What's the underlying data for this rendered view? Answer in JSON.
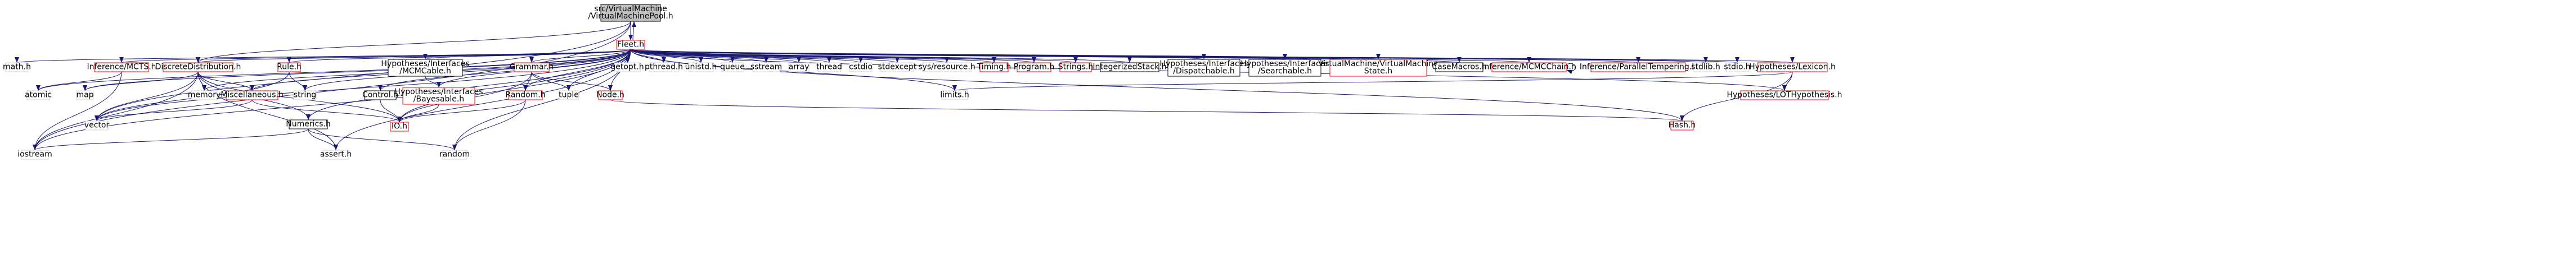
{
  "diagram": {
    "title": "",
    "colors": {
      "edge": "#191970",
      "box_black": "#000000",
      "box_red": "#ff0000",
      "box_gray": "#bfbfbf",
      "box_none": "#d3d3d3",
      "text": "#000000"
    },
    "nodes": [
      {
        "id": "root",
        "lines": [
          "src/VirtualMachine",
          "/VirtualMachinePool.h"
        ],
        "style": "gray"
      },
      {
        "id": "fleet",
        "lines": [
          "Fleet.h"
        ],
        "style": "red"
      },
      {
        "id": "math",
        "lines": [
          "math.h"
        ],
        "style": "none"
      },
      {
        "id": "mcts",
        "lines": [
          "Inference/MCTS.h"
        ],
        "style": "red"
      },
      {
        "id": "discrete",
        "lines": [
          "DiscreteDistribution.h"
        ],
        "style": "red"
      },
      {
        "id": "rule",
        "lines": [
          "Rule.h"
        ],
        "style": "red"
      },
      {
        "id": "mcmctable",
        "lines": [
          "Hypotheses/Interfaces",
          "/MCMCable.h"
        ],
        "style": "black"
      },
      {
        "id": "grammar",
        "lines": [
          "Grammar.h"
        ],
        "style": "red"
      },
      {
        "id": "getopt",
        "lines": [
          "getopt.h"
        ],
        "style": "none"
      },
      {
        "id": "pthread",
        "lines": [
          "pthread.h"
        ],
        "style": "none"
      },
      {
        "id": "unistd",
        "lines": [
          "unistd.h"
        ],
        "style": "none"
      },
      {
        "id": "queue",
        "lines": [
          "queue"
        ],
        "style": "none"
      },
      {
        "id": "sstream",
        "lines": [
          "sstream"
        ],
        "style": "none"
      },
      {
        "id": "array",
        "lines": [
          "array"
        ],
        "style": "none"
      },
      {
        "id": "thread",
        "lines": [
          "thread"
        ],
        "style": "none"
      },
      {
        "id": "cstdio",
        "lines": [
          "cstdio"
        ],
        "style": "none"
      },
      {
        "id": "stdexcept",
        "lines": [
          "stdexcept"
        ],
        "style": "none"
      },
      {
        "id": "sysresource",
        "lines": [
          "sys/resource.h"
        ],
        "style": "none"
      },
      {
        "id": "timing",
        "lines": [
          "Timing.h"
        ],
        "style": "red"
      },
      {
        "id": "program",
        "lines": [
          "Program.h"
        ],
        "style": "red"
      },
      {
        "id": "strings",
        "lines": [
          "Strings.h"
        ],
        "style": "red"
      },
      {
        "id": "intstack",
        "lines": [
          "IntegerizedStack.h"
        ],
        "style": "black"
      },
      {
        "id": "dispatchable",
        "lines": [
          "Hypotheses/Interfaces",
          "/Dispatchable.h"
        ],
        "style": "black"
      },
      {
        "id": "searchable",
        "lines": [
          "Hypotheses/Interfaces",
          "/Searchable.h"
        ],
        "style": "black"
      },
      {
        "id": "vmstate",
        "lines": [
          "VirtualMachine/VirtualMachine",
          "State.h"
        ],
        "style": "red"
      },
      {
        "id": "casemacros",
        "lines": [
          "CaseMacros.h"
        ],
        "style": "black"
      },
      {
        "id": "mcmcchain",
        "lines": [
          "Inference/MCMCChain.h"
        ],
        "style": "red"
      },
      {
        "id": "partemp",
        "lines": [
          "Inference/ParallelTempering.h"
        ],
        "style": "red"
      },
      {
        "id": "stdlib",
        "lines": [
          "stdlib.h"
        ],
        "style": "none"
      },
      {
        "id": "stdio",
        "lines": [
          "stdio.h"
        ],
        "style": "none"
      },
      {
        "id": "lexicon",
        "lines": [
          "Hypotheses/Lexicon.h"
        ],
        "style": "red"
      },
      {
        "id": "atomic",
        "lines": [
          "atomic"
        ],
        "style": "none"
      },
      {
        "id": "map",
        "lines": [
          "map"
        ],
        "style": "none"
      },
      {
        "id": "memory",
        "lines": [
          "memory"
        ],
        "style": "none"
      },
      {
        "id": "misc",
        "lines": [
          "Miscellaneous.h"
        ],
        "style": "red"
      },
      {
        "id": "string",
        "lines": [
          "string"
        ],
        "style": "none"
      },
      {
        "id": "control",
        "lines": [
          "Control.h"
        ],
        "style": "black"
      },
      {
        "id": "bayesable",
        "lines": [
          "Hypotheses/Interfaces",
          "/Bayesable.h"
        ],
        "style": "red"
      },
      {
        "id": "random",
        "lines": [
          "Random.h"
        ],
        "style": "red"
      },
      {
        "id": "tuple",
        "lines": [
          "tuple"
        ],
        "style": "none"
      },
      {
        "id": "node",
        "lines": [
          "Node.h"
        ],
        "style": "red"
      },
      {
        "id": "climits",
        "lines": [
          "limits.h"
        ],
        "style": "none"
      },
      {
        "id": "lothyp",
        "lines": [
          "Hypotheses/LOTHypothesis.h"
        ],
        "style": "red"
      },
      {
        "id": "vector",
        "lines": [
          "vector"
        ],
        "style": "none"
      },
      {
        "id": "numerics",
        "lines": [
          "Numerics.h"
        ],
        "style": "black"
      },
      {
        "id": "ioh",
        "lines": [
          "IO.h"
        ],
        "style": "red"
      },
      {
        "id": "hash",
        "lines": [
          "Hash.h"
        ],
        "style": "red"
      },
      {
        "id": "iostream",
        "lines": [
          "iostream"
        ],
        "style": "none"
      },
      {
        "id": "assert",
        "lines": [
          "assert.h"
        ],
        "style": "none"
      },
      {
        "id": "randomstd",
        "lines": [
          "random"
        ],
        "style": "none"
      }
    ],
    "edges": [
      [
        "root",
        "fleet"
      ],
      [
        "root",
        "discrete"
      ],
      [
        "root",
        "vector"
      ],
      [
        "root",
        "iostream"
      ],
      [
        "fleet",
        "root"
      ],
      [
        "fleet",
        "math"
      ],
      [
        "fleet",
        "mcts"
      ],
      [
        "fleet",
        "discrete"
      ],
      [
        "fleet",
        "rule"
      ],
      [
        "fleet",
        "mcmctable"
      ],
      [
        "fleet",
        "grammar"
      ],
      [
        "fleet",
        "getopt"
      ],
      [
        "fleet",
        "pthread"
      ],
      [
        "fleet",
        "unistd"
      ],
      [
        "fleet",
        "queue"
      ],
      [
        "fleet",
        "sstream"
      ],
      [
        "fleet",
        "array"
      ],
      [
        "fleet",
        "thread"
      ],
      [
        "fleet",
        "cstdio"
      ],
      [
        "fleet",
        "stdexcept"
      ],
      [
        "fleet",
        "sysresource"
      ],
      [
        "fleet",
        "timing"
      ],
      [
        "fleet",
        "program"
      ],
      [
        "fleet",
        "strings"
      ],
      [
        "fleet",
        "intstack"
      ],
      [
        "fleet",
        "dispatchable"
      ],
      [
        "fleet",
        "searchable"
      ],
      [
        "fleet",
        "vmstate"
      ],
      [
        "fleet",
        "casemacros"
      ],
      [
        "fleet",
        "mcmcchain"
      ],
      [
        "fleet",
        "partemp"
      ],
      [
        "fleet",
        "stdlib"
      ],
      [
        "fleet",
        "stdio"
      ],
      [
        "fleet",
        "lexicon"
      ],
      [
        "fleet",
        "atomic"
      ],
      [
        "fleet",
        "map"
      ],
      [
        "fleet",
        "memory"
      ],
      [
        "fleet",
        "misc"
      ],
      [
        "fleet",
        "string"
      ],
      [
        "fleet",
        "control"
      ],
      [
        "fleet",
        "bayesable"
      ],
      [
        "fleet",
        "random"
      ],
      [
        "fleet",
        "tuple"
      ],
      [
        "fleet",
        "node"
      ],
      [
        "fleet",
        "climits"
      ],
      [
        "fleet",
        "lothyp"
      ],
      [
        "fleet",
        "vector"
      ],
      [
        "fleet",
        "numerics"
      ],
      [
        "fleet",
        "ioh"
      ],
      [
        "fleet",
        "hash"
      ],
      [
        "fleet",
        "iostream"
      ],
      [
        "fleet",
        "assert"
      ],
      [
        "fleet",
        "randomstd"
      ],
      [
        "mcts",
        "atomic"
      ],
      [
        "mcts",
        "iostream"
      ],
      [
        "discrete",
        "map"
      ],
      [
        "discrete",
        "memory"
      ],
      [
        "discrete",
        "misc"
      ],
      [
        "discrete",
        "vector"
      ],
      [
        "discrete",
        "numerics"
      ],
      [
        "discrete",
        "ioh"
      ],
      [
        "discrete",
        "iostream"
      ],
      [
        "discrete",
        "assert"
      ],
      [
        "rule",
        "string"
      ],
      [
        "rule",
        "vector"
      ],
      [
        "mcmctable",
        "bayesable"
      ],
      [
        "grammar",
        "random"
      ],
      [
        "grammar",
        "tuple"
      ],
      [
        "grammar",
        "node"
      ],
      [
        "grammar",
        "ioh"
      ],
      [
        "mcmcchain",
        "mcmcchain"
      ],
      [
        "lexicon",
        "climits"
      ],
      [
        "lexicon",
        "lothyp"
      ],
      [
        "lexicon",
        "hash"
      ],
      [
        "misc",
        "vector"
      ],
      [
        "misc",
        "ioh"
      ],
      [
        "control",
        "ioh"
      ],
      [
        "bayesable",
        "ioh"
      ],
      [
        "random",
        "ioh"
      ],
      [
        "random",
        "randomstd"
      ],
      [
        "node",
        "hash"
      ],
      [
        "numerics",
        "iostream"
      ],
      [
        "numerics",
        "assert"
      ],
      [
        "numerics",
        "randomstd"
      ]
    ]
  }
}
